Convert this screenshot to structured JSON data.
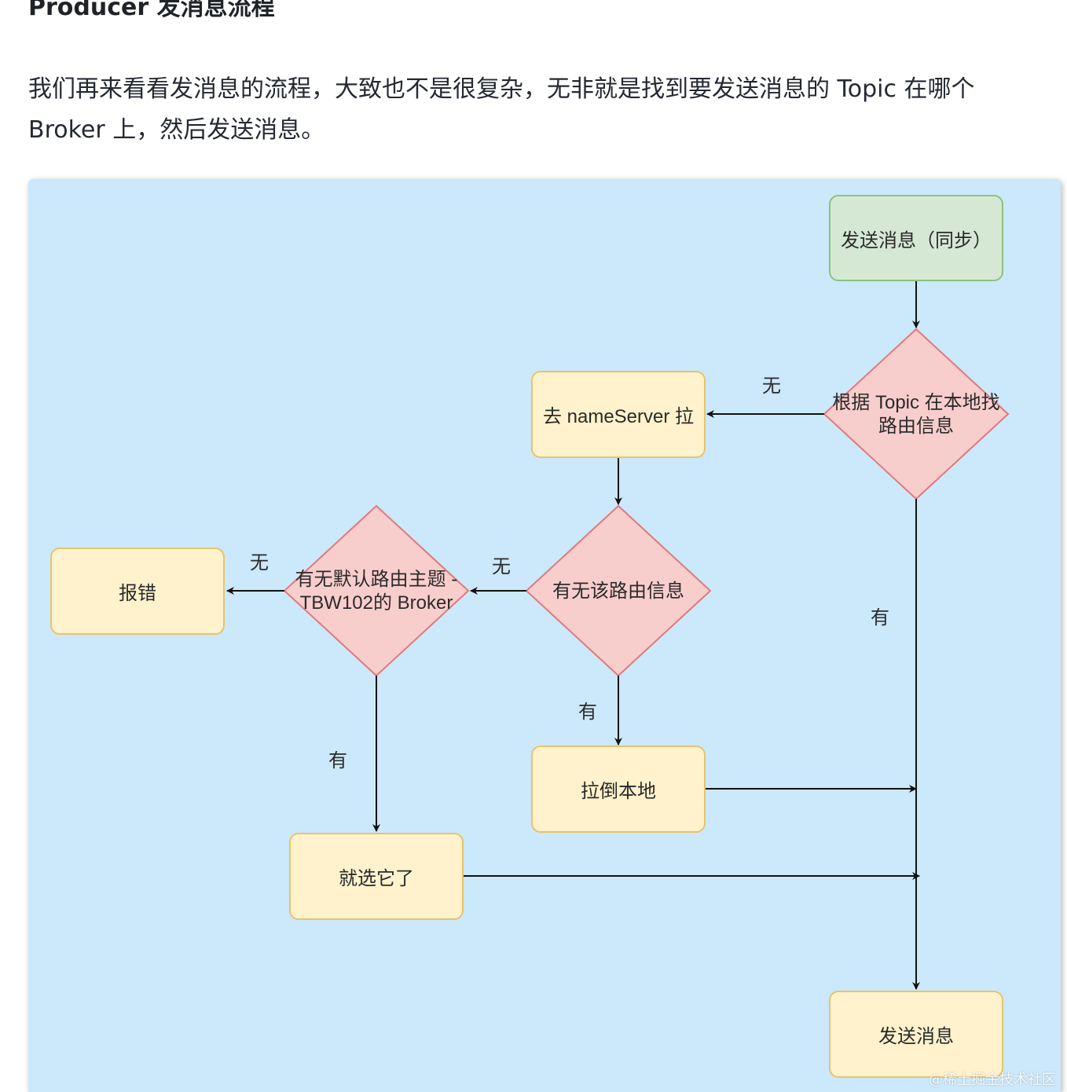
{
  "section_heading": "Producer 发消息流程",
  "paragraph": "我们再来看看发消息的流程，大致也不是很复杂，无非就是找到要发送消息的 Topic 在哪个 Broker 上，然后发送消息。",
  "flowchart": {
    "nodes": {
      "start": "发送消息（同步）",
      "check_local": {
        "line1": "根据 Topic 在本地找",
        "line2": "路由信息"
      },
      "fetch_nameserver": "去 nameServer 拉",
      "check_route": "有无该路由信息",
      "check_default": {
        "line1": "有无默认路由主题 -",
        "line2": "TBW102的 Broker"
      },
      "report_error": "报错",
      "pull_local": "拉倒本地",
      "choose_it": "就选它了",
      "send": "发送消息"
    },
    "edge_labels": {
      "no_local": "无",
      "has_local": "有",
      "no_route": "无",
      "has_route": "有",
      "no_default": "无",
      "has_default": "有"
    },
    "colors": {
      "background": "#cce8fb",
      "start_fill": "#d5e8d4",
      "start_border": "#8dc27d",
      "process_fill": "#fff2cc",
      "process_border": "#e6c46c",
      "decision_fill": "#f8cecc",
      "decision_border": "#e07a7a",
      "arrow": "#111111"
    }
  },
  "watermark": "@稀土掘金技术社区"
}
